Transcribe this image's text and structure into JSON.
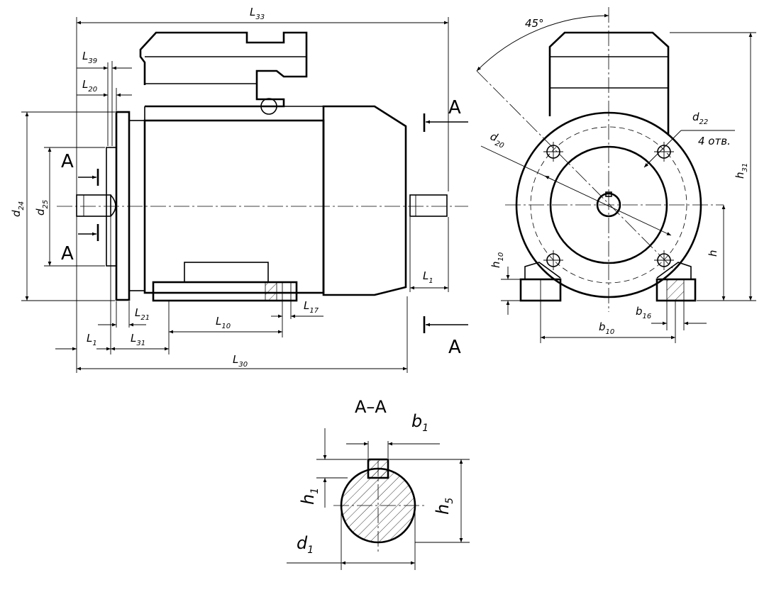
{
  "section_marks": {
    "left_top": "A",
    "left_bottom": "A",
    "right_top": "A",
    "right_bottom": "A"
  },
  "side_view": {
    "L33": {
      "main": "L",
      "sub": "33"
    },
    "L39": {
      "main": "L",
      "sub": "39"
    },
    "L20": {
      "main": "L",
      "sub": "20"
    },
    "d24": {
      "main": "d",
      "sub": "24"
    },
    "d25": {
      "main": "d",
      "sub": "25"
    },
    "L21": {
      "main": "L",
      "sub": "21"
    },
    "L1_left": {
      "main": "L",
      "sub": "1"
    },
    "L31": {
      "main": "L",
      "sub": "31"
    },
    "L10": {
      "main": "L",
      "sub": "10"
    },
    "L17": {
      "main": "L",
      "sub": "17"
    },
    "L30": {
      "main": "L",
      "sub": "30"
    },
    "L1_right": {
      "main": "L",
      "sub": "1"
    }
  },
  "front_view": {
    "angle": "45°",
    "d22": {
      "main": "d",
      "sub": "22"
    },
    "holes_note": "4 отв.",
    "d20": {
      "main": "d",
      "sub": "20"
    },
    "h31": {
      "main": "h",
      "sub": "31"
    },
    "h10": {
      "main": "h",
      "sub": "10"
    },
    "h": "h",
    "b16": {
      "main": "b",
      "sub": "16"
    },
    "b10": {
      "main": "b",
      "sub": "10"
    }
  },
  "section_view": {
    "title": "A–A",
    "b1": {
      "main": "b",
      "sub": "1"
    },
    "h1": {
      "main": "h",
      "sub": "1"
    },
    "h5": {
      "main": "h",
      "sub": "5"
    },
    "d1": {
      "main": "d",
      "sub": "1"
    }
  }
}
